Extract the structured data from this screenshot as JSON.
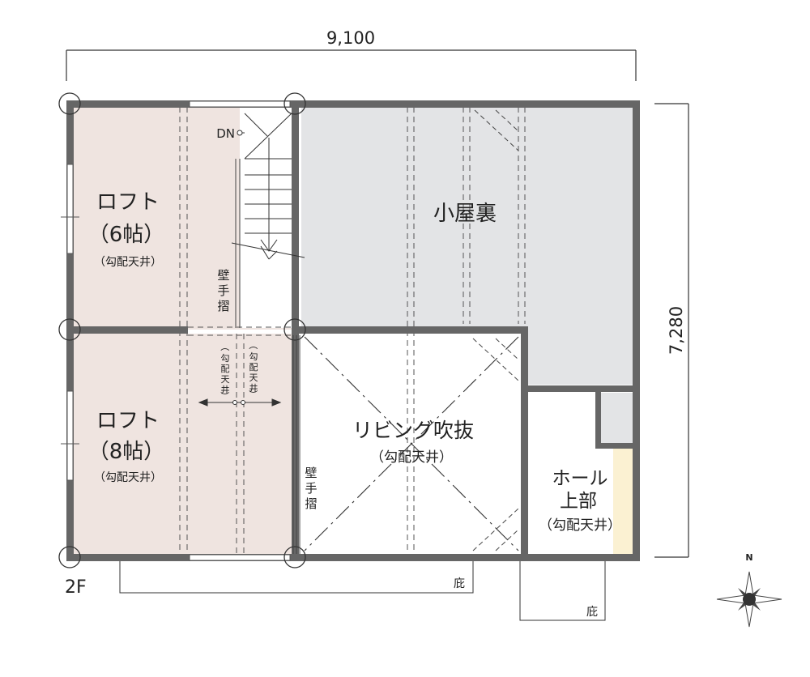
{
  "floor_label": "2F",
  "dimensions": {
    "width": "9,100",
    "depth": "7,280"
  },
  "rooms": {
    "loft_upper": {
      "name": "ロフト",
      "size": "（6帖）",
      "ceiling": "（勾配天井）"
    },
    "loft_lower": {
      "name": "ロフト",
      "size": "（8帖）",
      "ceiling": "（勾配天井）"
    },
    "attic": {
      "name": "小屋裏"
    },
    "living_void": {
      "name": "リビング吹抜",
      "ceiling": "（勾配天井）"
    },
    "hall_void": {
      "line1": "ホール",
      "line2": "上部",
      "ceiling": "（勾配天井）"
    }
  },
  "annotations": {
    "stair_dn": "DN",
    "handrail_1": [
      "壁",
      "手",
      "摺"
    ],
    "handrail_2": [
      "壁",
      "手",
      "摺"
    ],
    "sloped_ceiling_v1": [
      "（",
      "勾",
      "配",
      "天",
      "井",
      "）"
    ],
    "sloped_ceiling_v2": [
      "（",
      "勾",
      "配",
      "天",
      "井",
      "）"
    ],
    "eave_1": "庇",
    "eave_2": "庇"
  },
  "compass": {
    "north": "N"
  },
  "colors": {
    "wall": "#666666",
    "loft_fill": "#efe4e0",
    "attic_fill": "#e3e4e6",
    "hall_fill": "#fbf1d2",
    "line": "#333333"
  }
}
